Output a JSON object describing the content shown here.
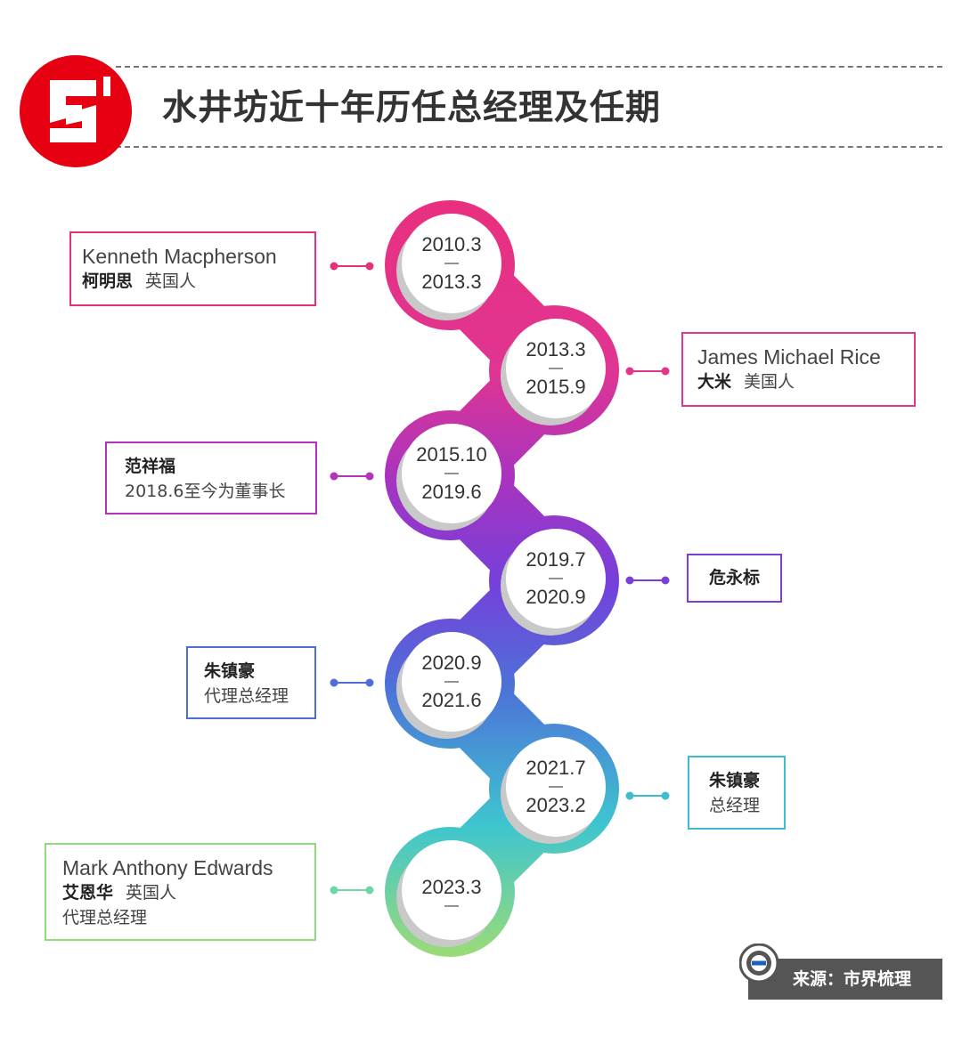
{
  "header": {
    "title": "水井坊近十年历任总经理及任期",
    "logo_letter": "S",
    "brand_color": "#e60012"
  },
  "timeline": [
    {
      "start": "2010.3",
      "dash": "—",
      "end": "2013.3",
      "color": "#e5307a",
      "card": {
        "en": "Kenneth Macpherson",
        "cn": "柯明思",
        "nationality": "英国人",
        "note": ""
      }
    },
    {
      "start": "2013.3",
      "dash": "—",
      "end": "2015.9",
      "color": "#e2368a",
      "card": {
        "en": "James Michael Rice",
        "cn": "大米",
        "nationality": "美国人",
        "note": ""
      }
    },
    {
      "start": "2015.10",
      "dash": "—",
      "end": "2019.6",
      "color": "#b433b8",
      "card": {
        "en": "",
        "cn": "范祥福",
        "nationality": "",
        "note": "2018.6至今为董事长"
      }
    },
    {
      "start": "2019.7",
      "dash": "—",
      "end": "2020.9",
      "color": "#7a3fd6",
      "card": {
        "en": "",
        "cn": "危永标",
        "nationality": "",
        "note": ""
      }
    },
    {
      "start": "2020.9",
      "dash": "—",
      "end": "2021.6",
      "color": "#4f6fd8",
      "card": {
        "en": "",
        "cn": "朱镇豪",
        "nationality": "",
        "note": "代理总经理"
      }
    },
    {
      "start": "2021.7",
      "dash": "—",
      "end": "2023.2",
      "color": "#3ebdd0",
      "card": {
        "en": "",
        "cn": "朱镇豪",
        "nationality": "",
        "note": "总经理"
      }
    },
    {
      "start": "2023.3",
      "dash": "—",
      "end": "",
      "color": "#6fd6a6",
      "card": {
        "en": "Mark Anthony Edwards",
        "cn": "艾恩华",
        "nationality": "英国人",
        "note": "代理总经理"
      }
    }
  ],
  "footer": {
    "source": "来源：市界梳理"
  }
}
